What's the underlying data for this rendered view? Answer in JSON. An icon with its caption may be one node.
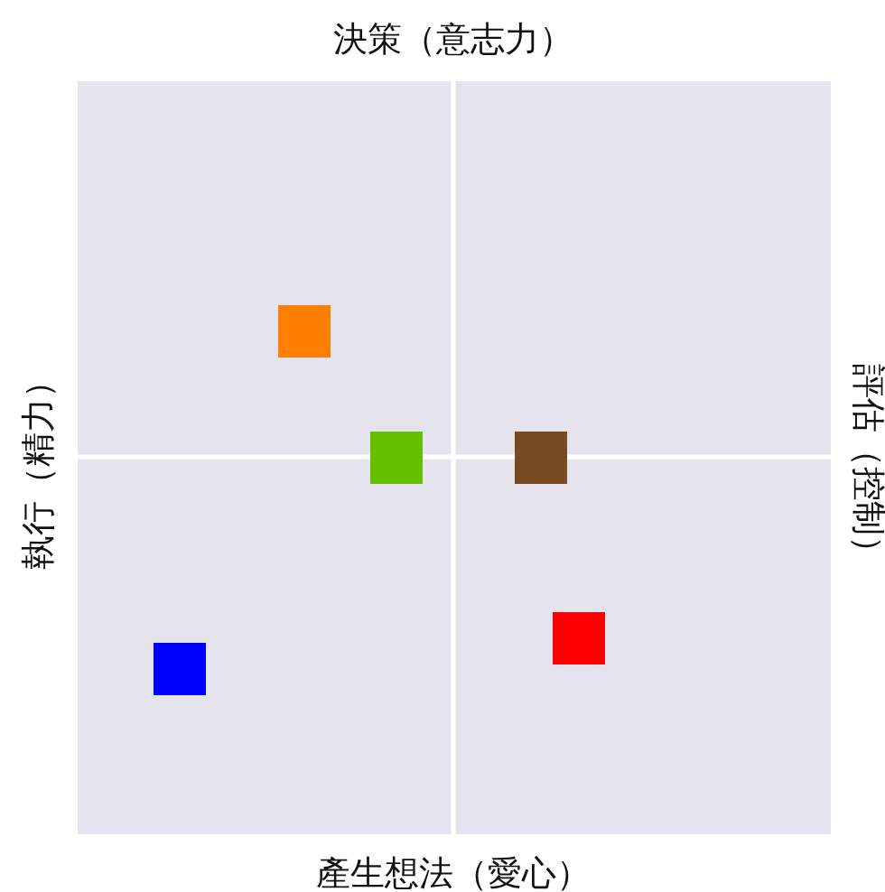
{
  "diagram": {
    "nodes": [
      {
        "text": [],
        "shape": "box"
      },
      {
        "text": [],
        "shape": "box"
      },
      {
        "text": [],
        "shape": "box"
      },
      {
        "text": [],
        "shape": "box"
      },
      {
        "text": [],
        "shape": "box"
      }
    ],
    "labels": [
      "決策（意志力）",
      "執行（精力）",
      "評估（控制）",
      "產生想法（愛心）"
    ]
  }
}
